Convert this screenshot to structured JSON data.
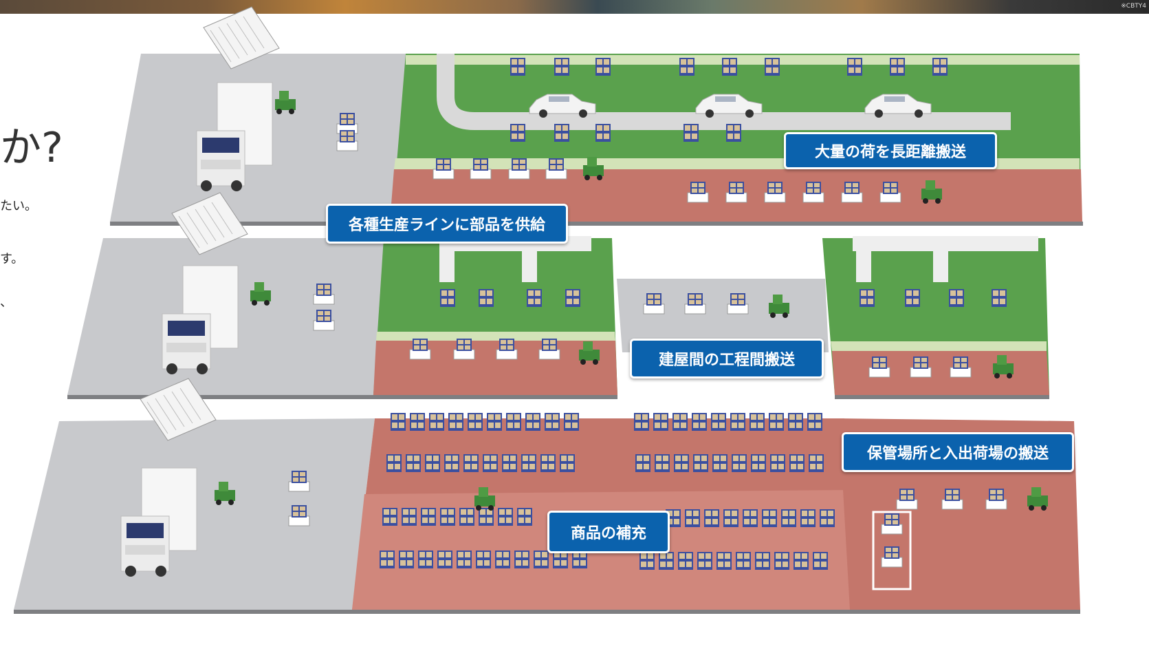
{
  "banner": {
    "note": "※CBTY4"
  },
  "heading": {
    "text": "か?"
  },
  "side_text": {
    "line1": "たい。",
    "line2": "す。",
    "line3": "、"
  },
  "labels": {
    "long_distance": "大量の荷を長距離搬送",
    "line_supply": "各種生産ラインに部品を供給",
    "between_buildings": "建屋間の工程間搬送",
    "storage_shipping": "保管場所と入出荷場の搬送",
    "replenish": "商品の補充"
  },
  "colors": {
    "label_bg": "#0b62ad",
    "green_floor": "#5aa14d",
    "red_floor": "#c4766b",
    "gray_floor": "#c8c9cc",
    "cart_blue": "#3a4fa0",
    "box_tan": "#d8c29a"
  }
}
